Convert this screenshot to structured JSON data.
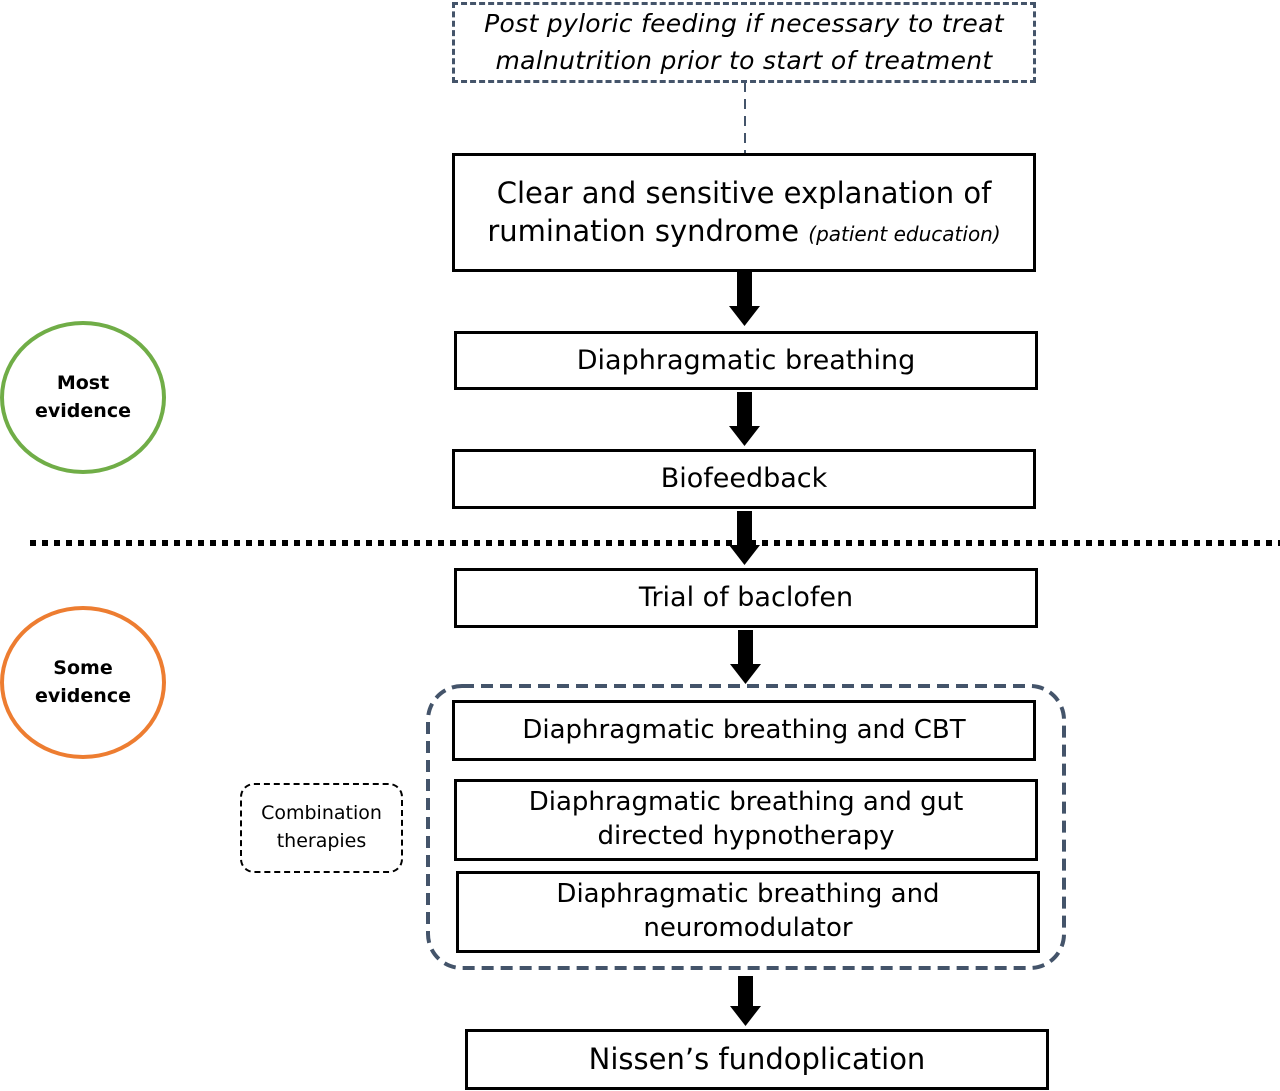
{
  "note_box": {
    "line1": "Post pyloric feeding if necessary to treat",
    "line2": "malnutrition prior to start of treatment"
  },
  "steps": {
    "education_line1": "Clear and sensitive explanation of",
    "education_line2": "rumination syndrome",
    "education_note": "(patient education)",
    "diaphragmatic": "Diaphragmatic breathing",
    "biofeedback": "Biofeedback",
    "baclofen": "Trial of baclofen",
    "combo_cbt": "Diaphragmatic breathing and CBT",
    "combo_gut_line1": "Diaphragmatic breathing and gut",
    "combo_gut_line2": "directed hypnotherapy",
    "combo_neuro_line1": "Diaphragmatic breathing and",
    "combo_neuro_line2": "neuromodulator",
    "nissen": "Nissen’s fundoplication"
  },
  "evidence": {
    "most_line1": "Most",
    "most_line2": "evidence",
    "some_line1": "Some",
    "some_line2": "evidence"
  },
  "combination_label": {
    "line1": "Combination",
    "line2": "therapies"
  },
  "colors": {
    "most_evidence_ring": "#70ad47",
    "some_evidence_ring": "#ed7d31",
    "dashed_frame": "#44546a"
  }
}
